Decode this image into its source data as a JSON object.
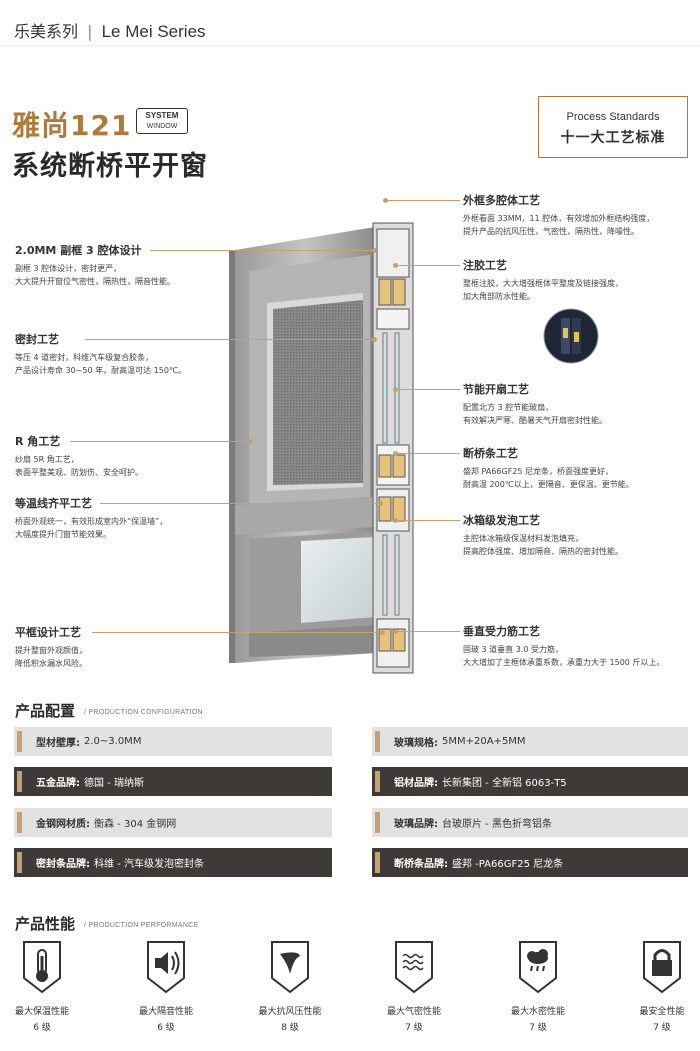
{
  "header": {
    "series_cn": "乐美系列",
    "series_en": "Le Mei Series"
  },
  "product": {
    "name": "雅尚121",
    "badge_line1": "SYSTEM",
    "badge_line2": "WINDOW",
    "subtitle": "系统断桥平开窗"
  },
  "process": {
    "en": "Process Standards",
    "cn": "十一大工艺标准"
  },
  "features_left": [
    {
      "title": "2.0MM 副框 3 腔体设计",
      "desc": [
        "副框 3 腔体设计，密封更严，",
        "大大提升开窗位气密性，隔热性，隔音性能。"
      ]
    },
    {
      "title": "密封工艺",
      "desc": [
        "等压 4 道密封，科维汽车级复合胶条，",
        "产品设计寿命 30~50 年，耐高温可达 150℃。"
      ]
    },
    {
      "title": "R 角工艺",
      "desc": [
        "纱扇 5R 角工艺，",
        "表面平整美观、防划伤、安全呵护。"
      ]
    },
    {
      "title": "等温线齐平工艺",
      "desc": [
        "桥面外观统一，有效形成室内外“保温墙”，",
        "大幅度提升门窗节能效果。"
      ]
    },
    {
      "title": "平框设计工艺",
      "desc": [
        "提升整窗外观颜值，",
        "降低积水漏水风险。"
      ]
    }
  ],
  "features_right": [
    {
      "title": "外框多腔体工艺",
      "desc": [
        "外框看面 33MM，11 腔体，有效增加外框结构强度，",
        "提升产品的抗风压性，气密性，隔热性，降噪性。"
      ]
    },
    {
      "title": "注胶工艺",
      "desc": [
        "整框注胶，大大增强框体平整度及链接强度，",
        "加大角部防水性能。"
      ]
    },
    {
      "title": "节能开扇工艺",
      "desc": [
        "配置北方 3 腔节能玻扇，",
        "有效解决严寒、酷暑天气开扇密封性能。"
      ]
    },
    {
      "title": "断桥条工艺",
      "desc": [
        "盛邦 PA66GF25 尼龙条，桥面强度更好，",
        "耐高温 200℃以上，更隔音、更保温、更节能。"
      ]
    },
    {
      "title": "冰箱级发泡工艺",
      "desc": [
        "主腔体冰箱级保温材料发泡填充，",
        "提高腔体强度、增加隔音、隔热的密封性能。"
      ]
    },
    {
      "title": "垂直受力筋工艺",
      "desc": [
        "固玻 3 道垂直 3.0 受力筋，",
        "大大增加了主框体承重系数，承重力大于 1500 斤以上。"
      ]
    }
  ],
  "config": {
    "title": "产品配置",
    "subtitle": "PRODUCTION CONFIGURATION",
    "rows": [
      [
        {
          "k": "型材壁厚:",
          "v": "2.0~3.0MM"
        },
        {
          "k": "玻璃规格:",
          "v": "5MM+20A+5MM"
        }
      ],
      [
        {
          "k": "五金品牌:",
          "v": "德国 - 瑞纳斯"
        },
        {
          "k": "铝材品牌:",
          "v": "长新集团 - 全新铝 6063-T5"
        }
      ],
      [
        {
          "k": "金钢网材质:",
          "v": "衡森 - 304 金钢网"
        },
        {
          "k": "玻璃品牌:",
          "v": "台玻原片 - 黑色折弯铝条"
        }
      ],
      [
        {
          "k": "密封条品牌:",
          "v": "科维 - 汽车级发泡密封条"
        },
        {
          "k": "断桥条品牌:",
          "v": "盛邦 -PA66GF25 尼龙条"
        }
      ]
    ]
  },
  "performance": {
    "title": "产品性能",
    "subtitle": "PRODUCTION PERFORMANCE",
    "items": [
      {
        "icon": "thermometer-icon",
        "label": "最大保温性能",
        "level": "6 级"
      },
      {
        "icon": "speaker-icon",
        "label": "最大隔音性能",
        "level": "6 级"
      },
      {
        "icon": "wind-icon",
        "label": "最大抗风压性能",
        "level": "8 级"
      },
      {
        "icon": "waves-icon",
        "label": "最大气密性能",
        "level": "7 级"
      },
      {
        "icon": "rain-cloud-icon",
        "label": "最大水密性能",
        "level": "7 级"
      },
      {
        "icon": "lock-icon",
        "label": "最安全性能",
        "level": "7 级"
      }
    ]
  },
  "colors": {
    "accent": "#c9a06c",
    "brand": "#b07a3b",
    "dark": "#3d3a38",
    "light": "#e2e2e2"
  }
}
